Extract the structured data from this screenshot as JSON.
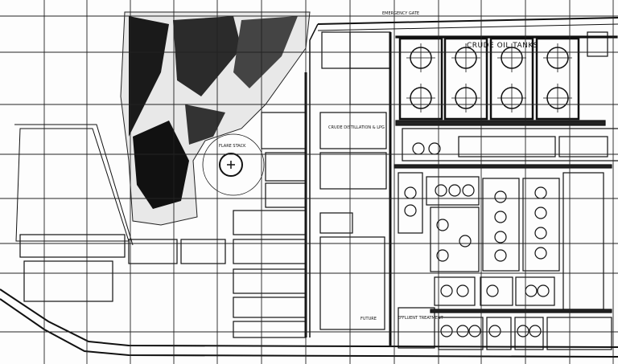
{
  "drawing": {
    "labels": {
      "crude_oil_tanks": "CRUDE OIL TANKS",
      "crude_distillation": "CRUDE DISTILLATION & LPG",
      "emergency_gate": "EMERGENCY GATE",
      "effluent_treatment": "EFFLUENT TREATMENT",
      "future": "FUTURE",
      "flare_stack": "FLARE STACK"
    },
    "colors": {
      "line": "#111111",
      "background": "#fdfdfd",
      "terrain": "#1a1a1a"
    }
  }
}
